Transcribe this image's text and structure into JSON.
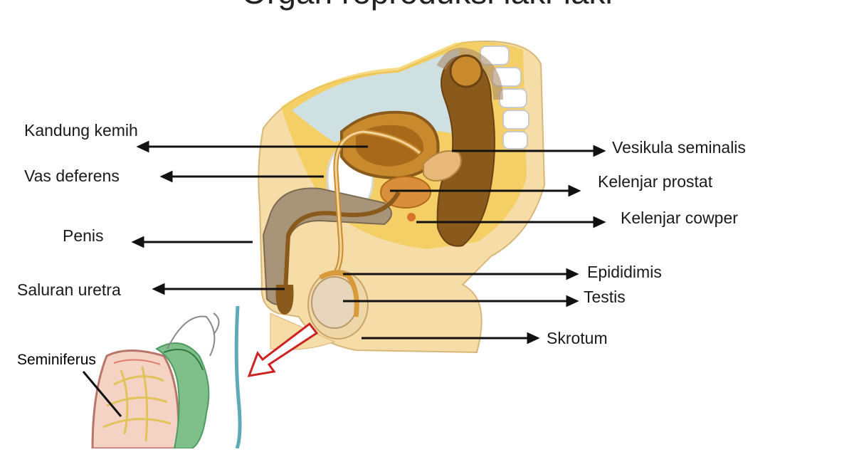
{
  "title": "Organ reproduksi laki-laki",
  "labels": {
    "kandung_kemih": "Kandung kemih",
    "vas_deferens": "Vas deferens",
    "penis": "Penis",
    "saluran_uretra": "Saluran uretra",
    "seminiferus": "Seminiferus",
    "vesikula_seminalis": "Vesikula seminalis",
    "kelenjar_prostat": "Kelenjar prostat",
    "kelenjar_cowper": "Kelenjar cowper",
    "epididimis": "Epididimis",
    "testis": "Testis",
    "skrotum": "Skrotum"
  },
  "colors": {
    "body": "#f6dca6",
    "fat": "#f2c94c",
    "organ": "#c98a2e",
    "organ_dark": "#8a5a1c",
    "cavity": "#cfe0e3",
    "vessel": "#5fa8b8",
    "tubule_green": "#7fbf8a",
    "pointer_arrow": "#cc2222"
  }
}
